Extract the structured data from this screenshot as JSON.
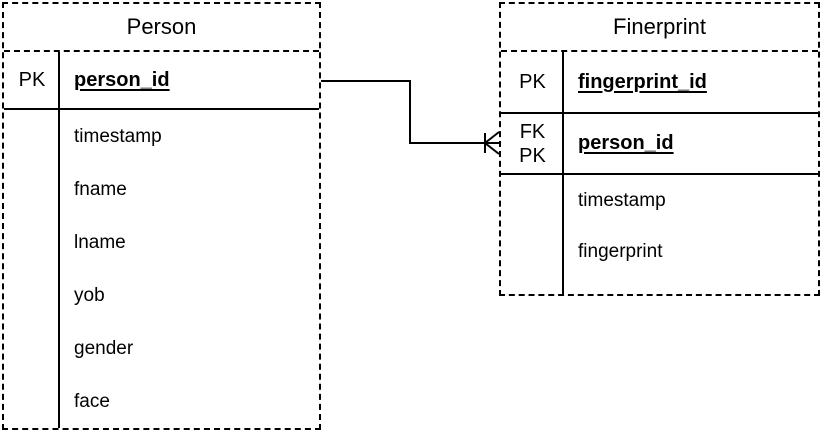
{
  "diagram": {
    "colors": {
      "background": "#ffffff",
      "line": "#000000",
      "text": "#000000"
    },
    "person_table": {
      "title": "Person",
      "key_rows": [
        {
          "key_labels": [
            "PK"
          ],
          "field": "person_id"
        }
      ],
      "attributes": [
        "timestamp",
        "fname",
        "lname",
        "yob",
        "gender",
        "face"
      ]
    },
    "fingerprint_table": {
      "title": "Finerprint",
      "key_rows": [
        {
          "key_labels": [
            "PK"
          ],
          "field": "fingerprint_id"
        },
        {
          "key_labels": [
            "FK",
            "PK"
          ],
          "field": "person_id"
        }
      ],
      "attributes": [
        "timestamp",
        "fingerprint"
      ]
    },
    "relationship": {
      "from": "Person.person_id",
      "to": "Finerprint.person_id",
      "notation": "crow-foot-many"
    }
  }
}
